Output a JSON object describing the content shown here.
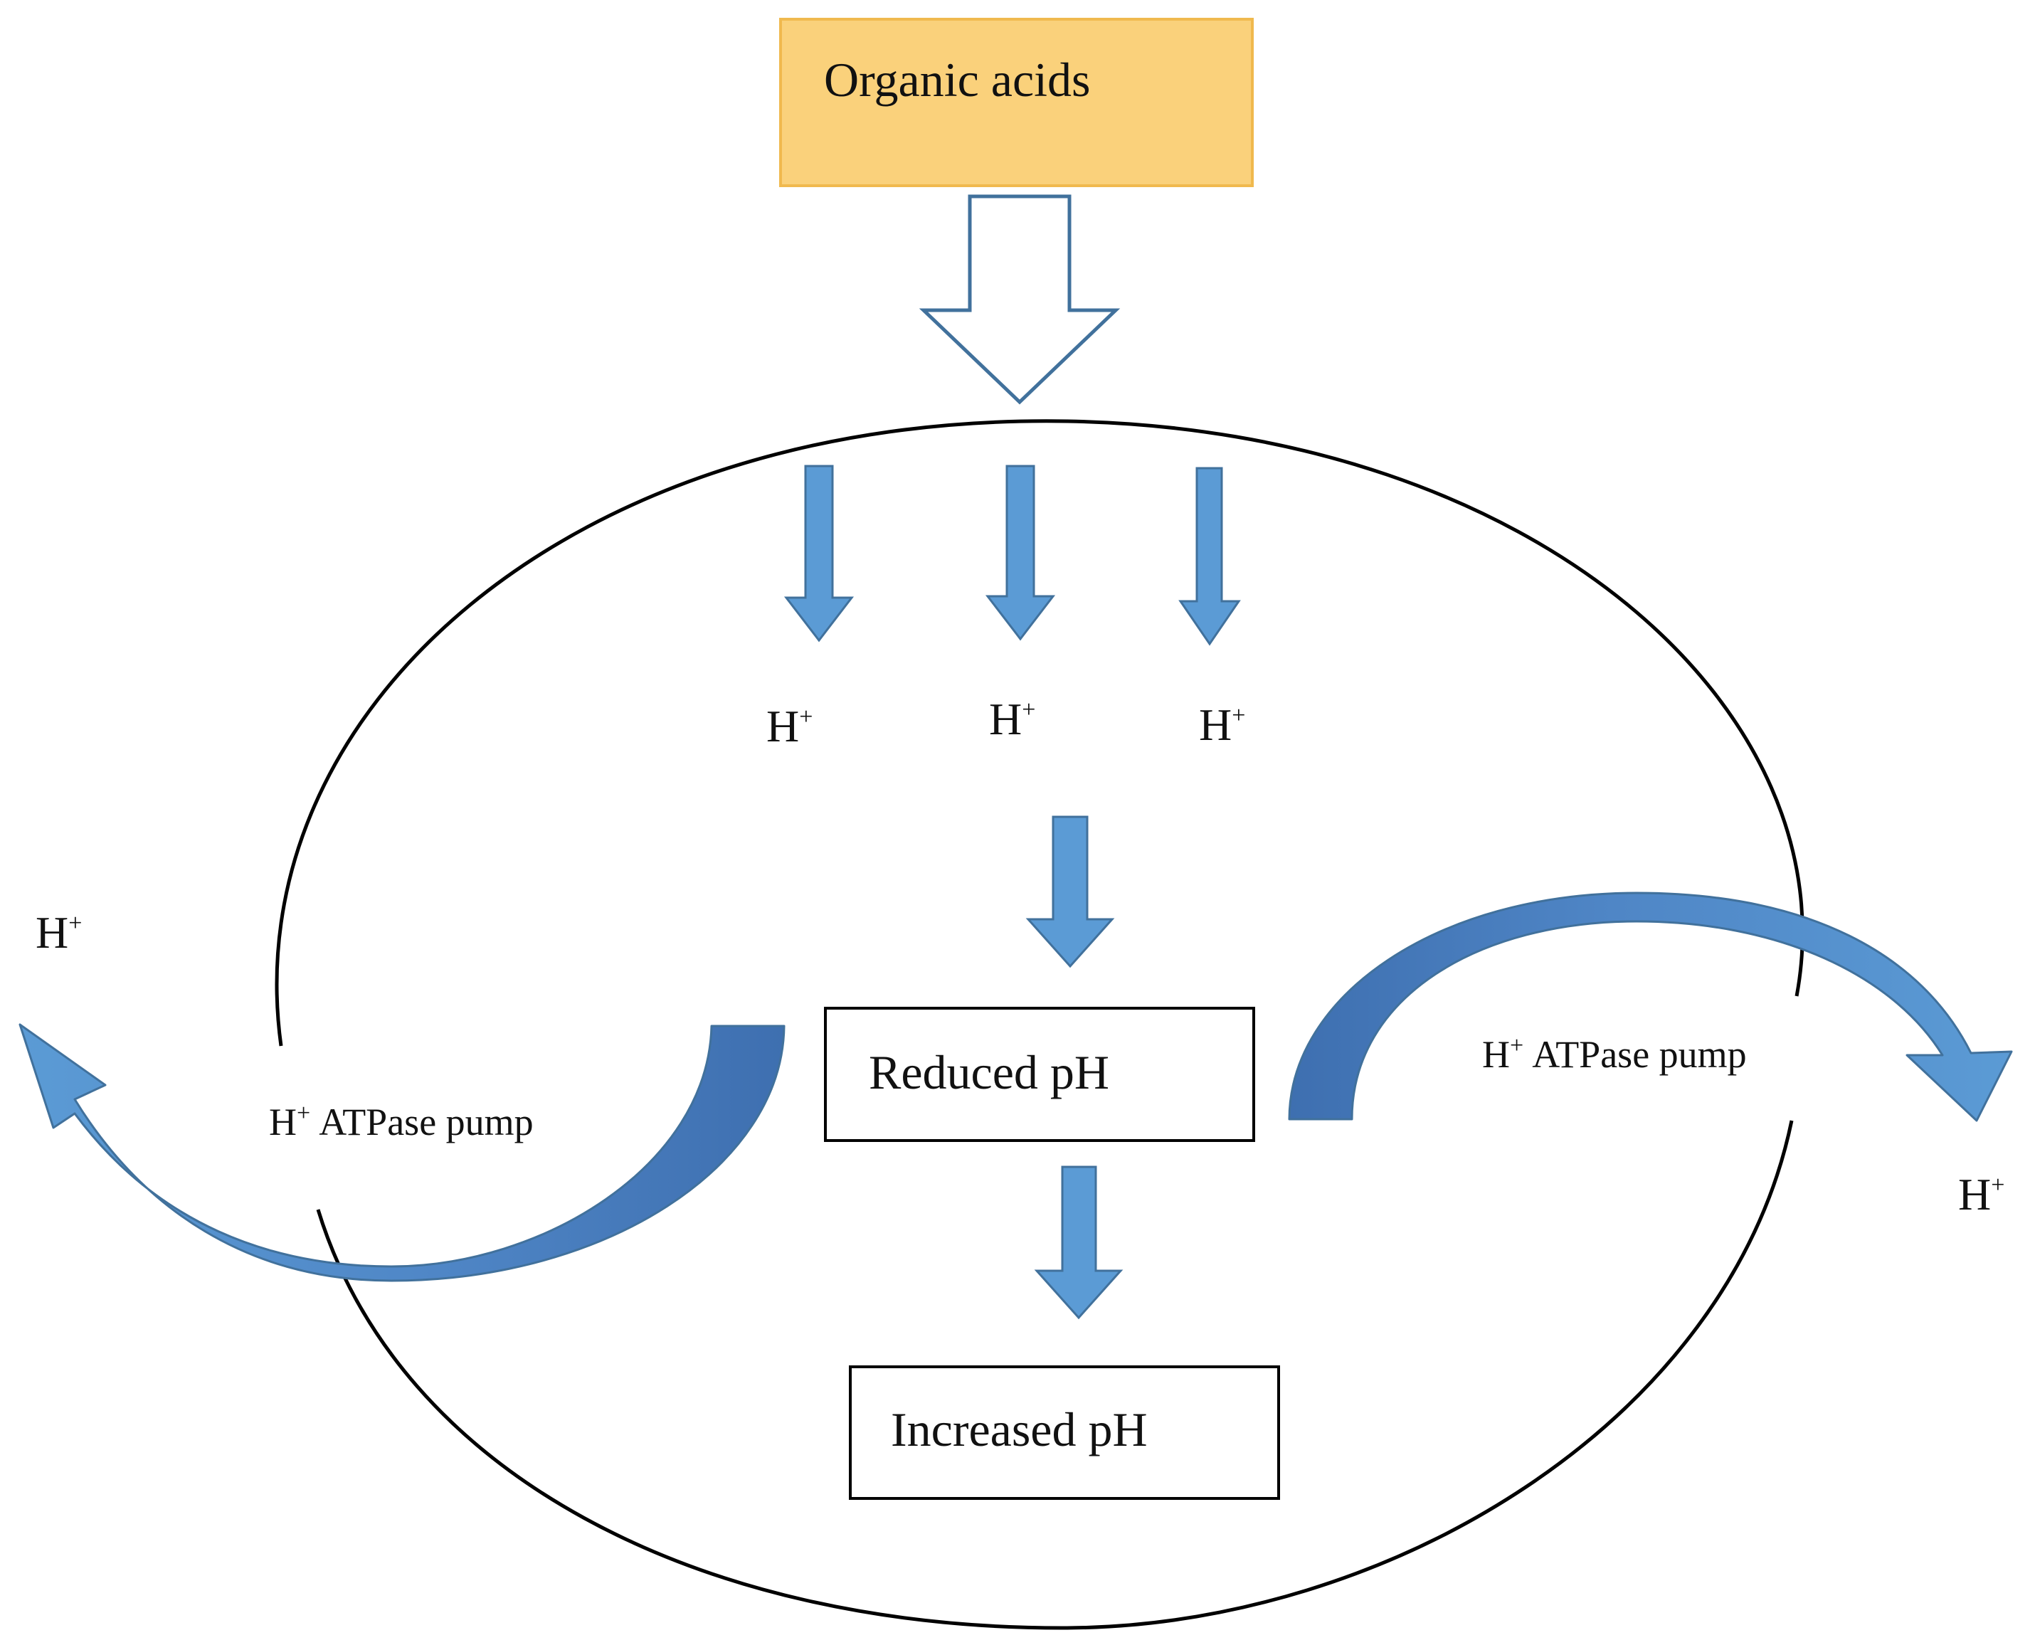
{
  "diagram": {
    "source_box": {
      "label": "Organic acids",
      "fill": "#FAD17B",
      "stroke": "#F0B94E"
    },
    "proton_symbol": "H",
    "proton_charge": "+",
    "inner_protons": [
      "H",
      "H",
      "H"
    ],
    "reduced_box": {
      "label": "Reduced pH"
    },
    "increased_box": {
      "label": "Increased pH"
    },
    "pump_left": {
      "symbol": "H",
      "charge": "+",
      "label": "ATPase pump"
    },
    "pump_right": {
      "symbol": "H",
      "charge": "+",
      "label": "ATPase pump"
    },
    "outer_proton_left": {
      "symbol": "H",
      "charge": "+"
    },
    "outer_proton_right": {
      "symbol": "H",
      "charge": "+"
    },
    "colors": {
      "arrow_fill": "#5B9BD5",
      "arrow_stroke": "#41719C",
      "pump_dark": "#4472C4",
      "cell_outline": "#000000",
      "hollow_arrow_stroke": "#41719C"
    }
  }
}
